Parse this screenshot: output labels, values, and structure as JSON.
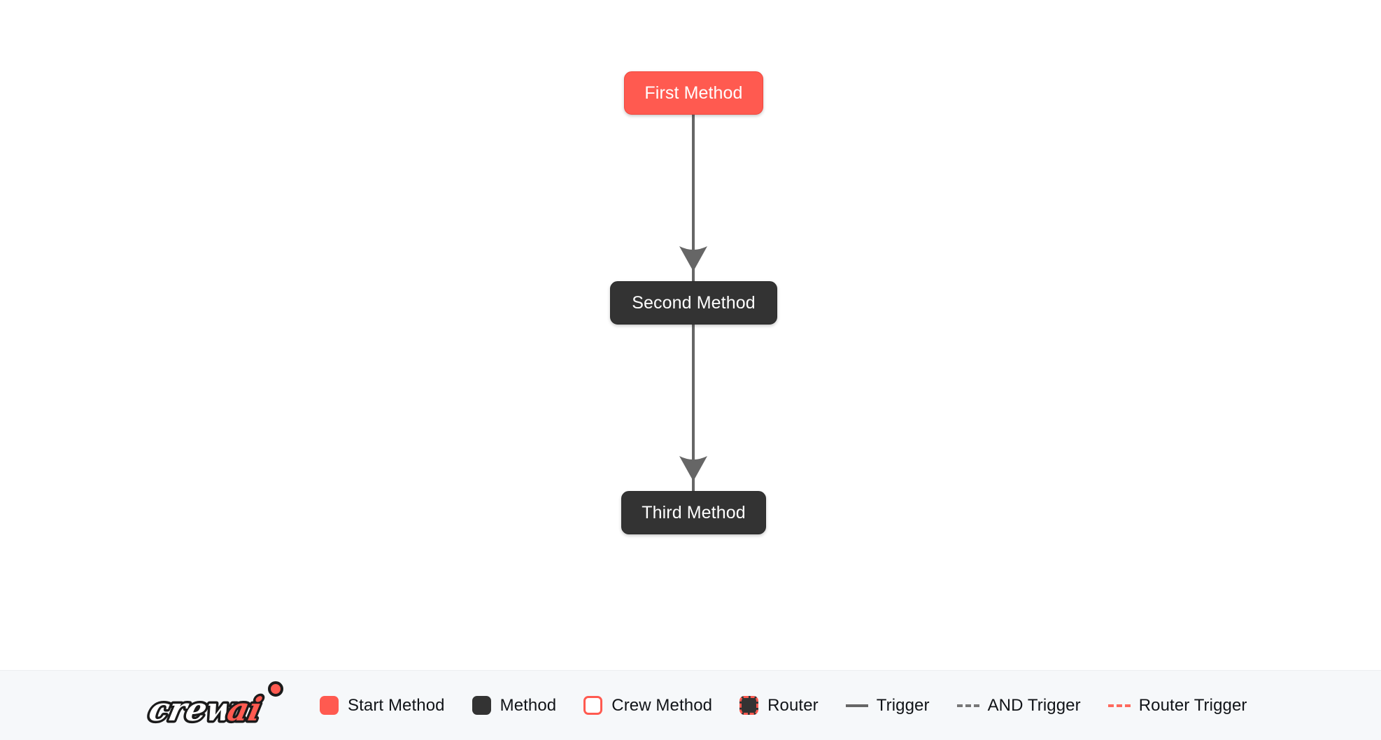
{
  "canvas": {
    "background": "#ffffff",
    "nodes": [
      {
        "id": "first",
        "label": "First Method",
        "type": "start-method"
      },
      {
        "id": "second",
        "label": "Second Method",
        "type": "method"
      },
      {
        "id": "third",
        "label": "Third Method",
        "type": "method"
      }
    ],
    "edges": [
      {
        "from": "first",
        "to": "second",
        "style": "trigger"
      },
      {
        "from": "second",
        "to": "third",
        "style": "trigger"
      }
    ]
  },
  "legend": {
    "brand": {
      "name": "crewai",
      "part_primary": "crew",
      "part_accent": "ai"
    },
    "items": [
      {
        "label": "Start Method",
        "swatch": "start-method",
        "kind": "box",
        "color": "#ff5a50"
      },
      {
        "label": "Method",
        "swatch": "method",
        "kind": "box",
        "color": "#333333"
      },
      {
        "label": "Crew Method",
        "swatch": "crew-method",
        "kind": "box",
        "color": "#ffffff"
      },
      {
        "label": "Router",
        "swatch": "router",
        "kind": "box",
        "color": "#333333"
      },
      {
        "label": "Trigger",
        "swatch": "trigger",
        "kind": "line",
        "color": "#666666"
      },
      {
        "label": "AND Trigger",
        "swatch": "and-trigger",
        "kind": "line",
        "color": "#777777"
      },
      {
        "label": "Router Trigger",
        "swatch": "router-trigger",
        "kind": "line",
        "color": "#ff6a5e"
      }
    ]
  },
  "colors": {
    "start_method": "#ff5a50",
    "method": "#333333",
    "accent": "#ff5a50",
    "edge": "#666666",
    "legend_background": "#f6f8fa",
    "canvas_background": "#ffffff",
    "text": "#111418"
  }
}
